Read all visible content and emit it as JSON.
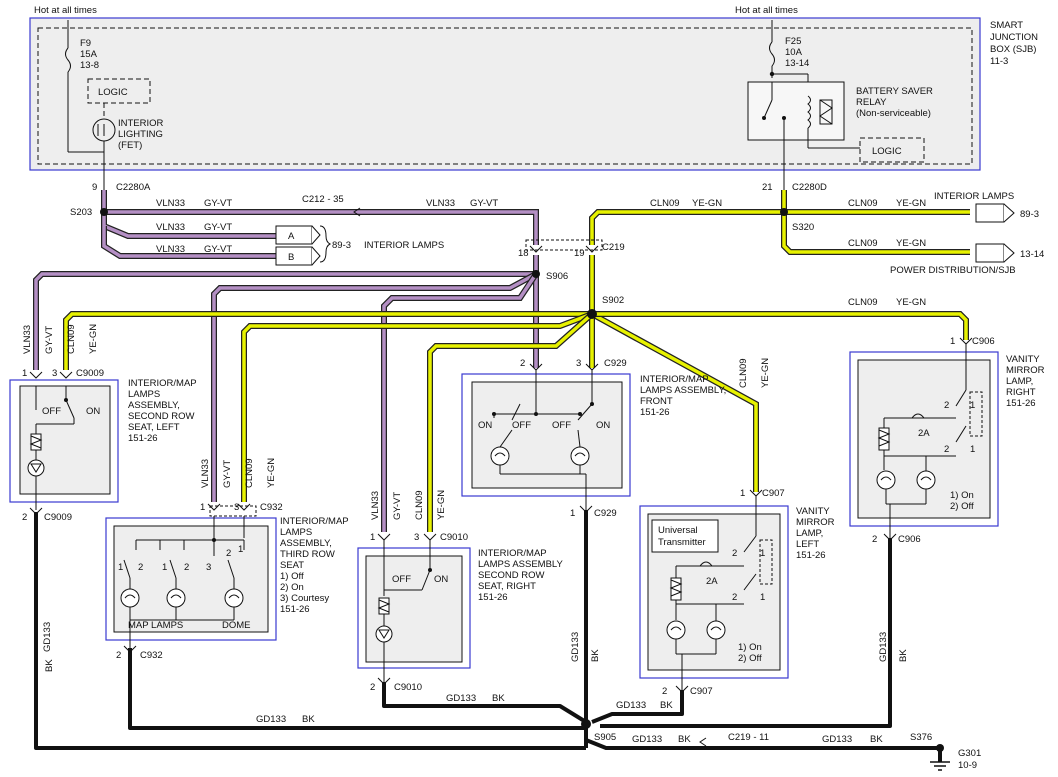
{
  "title": "",
  "sjb": {
    "hot_left": "Hot at all times",
    "hot_right": "Hot at all times",
    "label": [
      "SMART",
      "JUNCTION",
      "BOX (SJB)",
      "11-3"
    ],
    "fuse_f9": [
      "F9",
      "15A",
      "13-8"
    ],
    "fuse_f25": [
      "F25",
      "10A",
      "13-14"
    ],
    "logic_left": "LOGIC",
    "logic_right": "LOGIC",
    "fet": [
      "INTERIOR",
      "LIGHTING",
      "(FET)"
    ],
    "relay": [
      "BATTERY SAVER",
      "RELAY",
      "(Non-serviceable)"
    ]
  },
  "connectors": {
    "c2280a_pin": "9",
    "c2280a": "C2280A",
    "c2280d_pin": "21",
    "c2280d": "C2280D",
    "c212": "C212 - 35",
    "c219_pin_a": "18",
    "c219_pin_b": "19",
    "c219": "C219",
    "c929_top_a": "2",
    "c929_top_b": "3",
    "c929_top": "C929",
    "c929_bot_pin": "1",
    "c929_bot": "C929",
    "c9009_top_a": "1",
    "c9009_top_b": "3",
    "c9009_top": "C9009",
    "c9009_bot_pin": "2",
    "c9009_bot": "C9009",
    "c932_top_a": "1",
    "c932_top_b": "3",
    "c932_top": "C932",
    "c932_bot_pin": "2",
    "c932_bot": "C932",
    "c9010_top_a": "1",
    "c9010_top_b": "3",
    "c9010_top": "C9010",
    "c9010_bot_pin": "2",
    "c9010_bot": "C9010",
    "c907_top_pin": "1",
    "c907_top": "C907",
    "c907_bot_pin": "2",
    "c907_bot": "C907",
    "c906_top_pin": "1",
    "c906_top": "C906",
    "c906_bot_pin": "2",
    "c906_bot": "C906",
    "c219_11": "C219 - 11"
  },
  "splices": {
    "s203": "S203",
    "s320": "S320",
    "s906": "S906",
    "s902": "S902",
    "s905": "S905",
    "s376": "S376",
    "g301": "G301",
    "g301_ref": "10-9"
  },
  "wires": {
    "vln33": "VLN33",
    "gyvt": "GY-VT",
    "cln09": "CLN09",
    "yegn": "YE-GN",
    "gd133": "GD133",
    "bk": "BK"
  },
  "destinations": {
    "interior_lamps_left": "INTERIOR LAMPS",
    "ref_89_3_left": "89-3",
    "conn_a": "A",
    "conn_b": "B",
    "interior_lamps_right": "INTERIOR LAMPS",
    "ref_89_3_right": "89-3",
    "power_distribution": "POWER DISTRIBUTION/SJB",
    "ref_13_14": "13-14"
  },
  "components": {
    "second_row_left": [
      "INTERIOR/MAP",
      "LAMPS",
      "ASSEMBLY,",
      "SECOND ROW",
      "SEAT, LEFT",
      "151-26"
    ],
    "third_row": [
      "INTERIOR/MAP",
      "LAMPS",
      "ASSEMBLY,",
      "THIRD ROW",
      "SEAT",
      "1) Off",
      "2) On",
      "3) Courtesy",
      "151-26"
    ],
    "second_row_right": [
      "INTERIOR/MAP",
      "LAMPS ASSEMBLY",
      "SECOND ROW",
      "SEAT, RIGHT",
      "151-26"
    ],
    "front": [
      "INTERIOR/MAP",
      "LAMPS ASSEMBLY,",
      "FRONT",
      "151-26"
    ],
    "vanity_left": [
      "VANITY",
      "MIRROR",
      "LAMP,",
      "LEFT",
      "151-26"
    ],
    "vanity_right": [
      "VANITY",
      "MIRROR",
      "LAMP,",
      "RIGHT",
      "151-26"
    ]
  },
  "inner_labels": {
    "off": "OFF",
    "on": "ON",
    "map_lamps": "MAP LAMPS",
    "dome": "DOME",
    "universal_transmitter": [
      "Universal",
      "Transmitter"
    ],
    "two_a": "2A",
    "legend_on": "1) On",
    "legend_off": "2) Off",
    "n1": "1",
    "n2": "2",
    "n3": "3"
  }
}
